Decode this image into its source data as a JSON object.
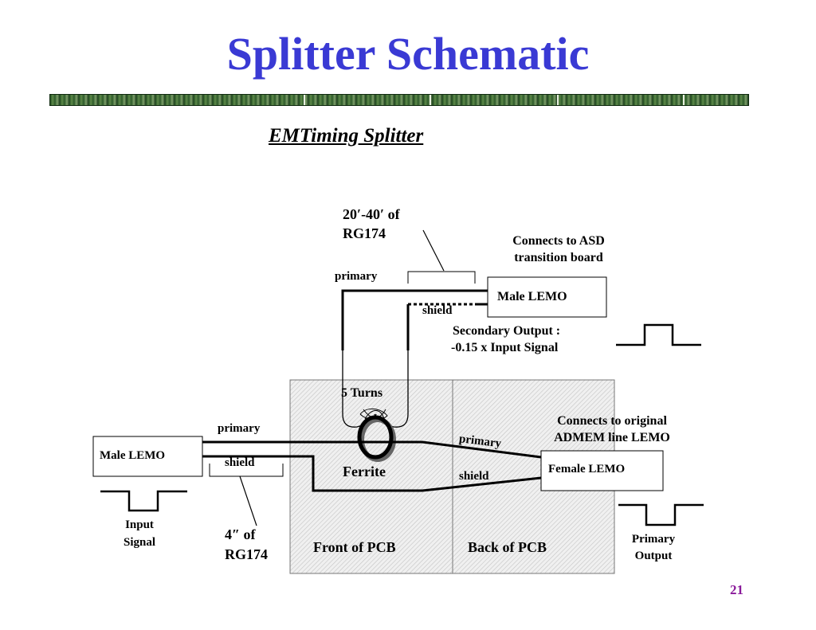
{
  "slide": {
    "title": "Splitter Schematic",
    "subtitle": "EMTiming Splitter",
    "page_number": "21"
  },
  "diagram": {
    "cable_long_line1": "20′-40′ of",
    "cable_long_line2": "RG174",
    "cable_short_line1": "4″ of",
    "cable_short_line2": "RG174",
    "asd_conn_line1": "Connects to ASD",
    "asd_conn_line2": "transition board",
    "male_lemo_top": "Male LEMO",
    "male_lemo_left": "Male LEMO",
    "female_lemo": "Female LEMO",
    "admem_line1": "Connects to original",
    "admem_line2": "ADMEM line LEMO",
    "secondary_line1": "Secondary Output :",
    "secondary_line2": "-0.15 x Input Signal",
    "primary_top": "primary",
    "shield_top": "shield",
    "primary_left": "primary",
    "shield_left": "shield",
    "primary_right": "primary",
    "shield_right": "shield",
    "turns": "5 Turns",
    "ferrite": "Ferrite",
    "front_pcb": "Front of PCB",
    "back_pcb": "Back of PCB",
    "input_line1": "Input",
    "input_line2": "Signal",
    "primary_out_line1": "Primary",
    "primary_out_line2": "Output"
  },
  "colors": {
    "title": "#3a3ad4",
    "page_number": "#8a1a9a",
    "pcb_fill": "#e6e6e6"
  }
}
